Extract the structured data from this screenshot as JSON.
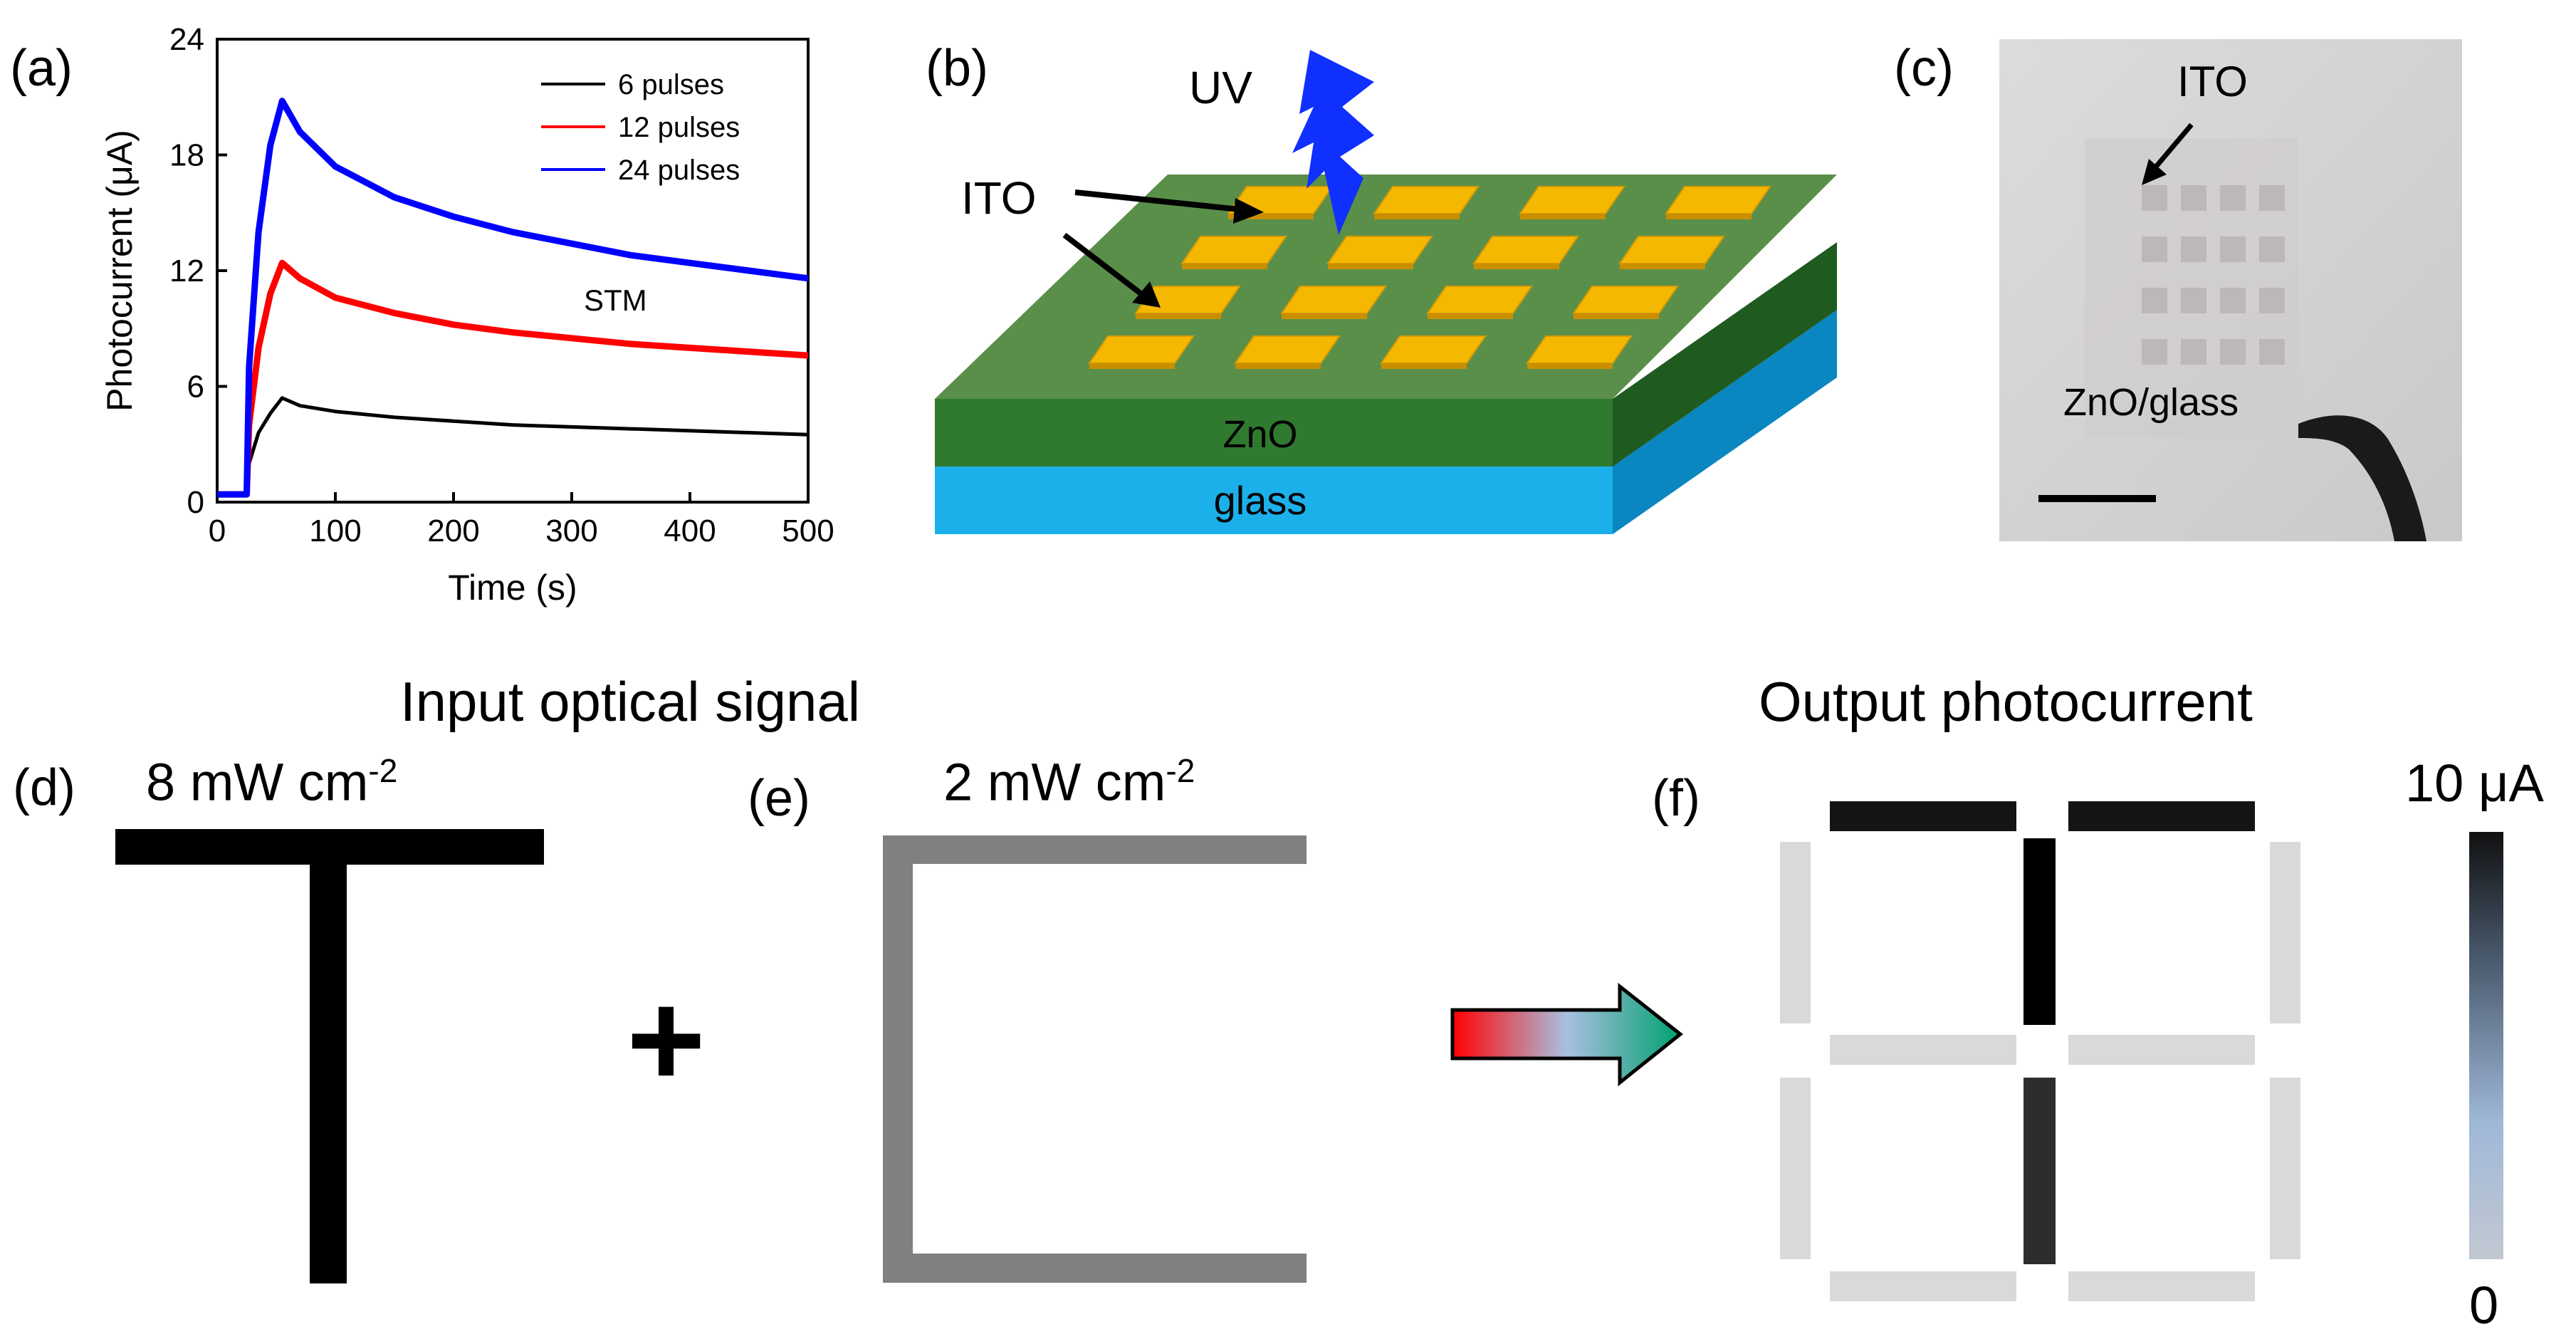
{
  "panels": {
    "a": "(a)",
    "b": "(b)",
    "c": "(c)",
    "d": "(d)",
    "e": "(e)",
    "f": "(f)"
  },
  "chart_data": {
    "type": "line",
    "xlabel": "Time (s)",
    "ylabel": "Photocurrent (μA)",
    "xlim": [
      0,
      500
    ],
    "ylim": [
      0,
      24
    ],
    "xticks": [
      0,
      100,
      200,
      300,
      400,
      500
    ],
    "yticks": [
      0,
      6,
      12,
      18,
      24
    ],
    "annotation": "STM",
    "legend_position": "top-right",
    "series": [
      {
        "name": "6 pulses",
        "color": "#000000",
        "x": [
          0,
          25,
          27,
          35,
          45,
          55,
          70,
          100,
          150,
          200,
          250,
          300,
          350,
          400,
          450,
          500
        ],
        "y": [
          0.4,
          0.4,
          2.0,
          3.6,
          4.6,
          5.4,
          5.0,
          4.7,
          4.4,
          4.2,
          4.0,
          3.9,
          3.8,
          3.7,
          3.6,
          3.5
        ]
      },
      {
        "name": "12 pulses",
        "color": "#ff0000",
        "x": [
          0,
          25,
          27,
          35,
          45,
          55,
          70,
          100,
          150,
          200,
          250,
          300,
          350,
          400,
          450,
          500
        ],
        "y": [
          0.4,
          0.4,
          4.0,
          8.0,
          10.8,
          12.4,
          11.6,
          10.6,
          9.8,
          9.2,
          8.8,
          8.5,
          8.2,
          8.0,
          7.8,
          7.6
        ]
      },
      {
        "name": "24 pulses",
        "color": "#0000ff",
        "x": [
          0,
          25,
          27,
          35,
          45,
          55,
          70,
          100,
          150,
          200,
          250,
          300,
          350,
          400,
          450,
          500
        ],
        "y": [
          0.4,
          0.4,
          7.0,
          14.0,
          18.5,
          20.8,
          19.2,
          17.4,
          15.8,
          14.8,
          14.0,
          13.4,
          12.8,
          12.4,
          12.0,
          11.6
        ]
      }
    ]
  },
  "diagram_b": {
    "uv_label": "UV",
    "ito_label": "ITO",
    "zno_label": "ZnO",
    "glass_label": "glass",
    "colors": {
      "zno_top": "#5a8f4a",
      "zno_front": "#2f7a2f",
      "zno_side": "#1f5a1f",
      "glass_front": "#1cb0ea",
      "glass_side": "#0a86c0",
      "ito": "#f5b800",
      "uv": "#1030ff"
    }
  },
  "photo_c": {
    "ito_label": "ITO",
    "substrate_label": "ZnO/glass"
  },
  "bottom": {
    "input_heading": "Input optical signal",
    "output_heading": "Output photocurrent",
    "d_intensity": "8 mW cm",
    "d_exp": "-2",
    "e_intensity": "2 mW cm",
    "e_exp": "-2",
    "plus": "+",
    "colorbar_max": "10 μA",
    "colorbar_min": "0"
  }
}
